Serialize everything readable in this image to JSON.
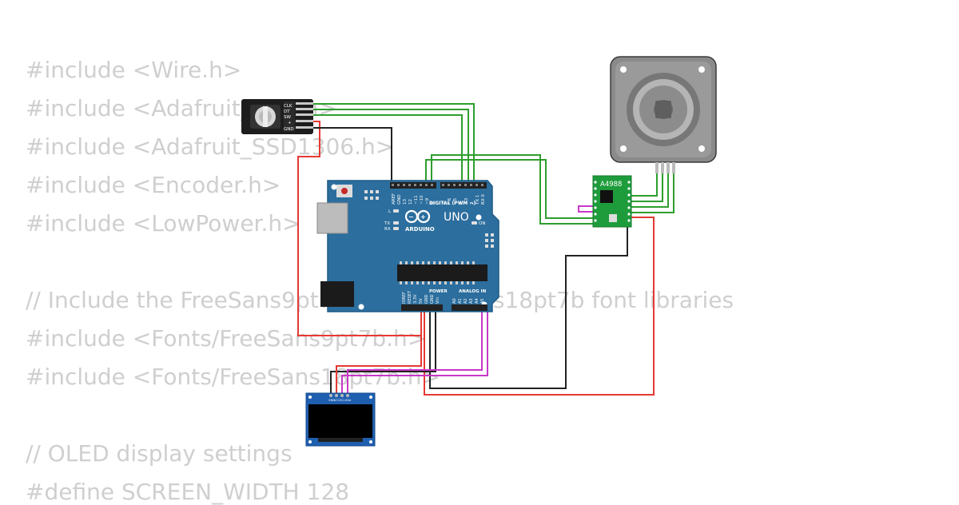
{
  "code": {
    "lines": [
      "#include <Wire.h>",
      "#include <Adafruit_GFX.h>",
      "#include <Adafruit_SSD1306.h>",
      "#include <Encoder.h>",
      "#include <LowPower.h>",
      "",
      "// Include the FreeSans9pt7b and FreeSans18pt7b font libraries",
      "#include <Fonts/FreeSans9pt7b.h>",
      "#include <Fonts/FreeSans18pt7b.h>",
      "",
      "// OLED display settings",
      "#define SCREEN_WIDTH 128"
    ]
  },
  "components": {
    "encoder": {
      "pins": [
        "CLK",
        "DT",
        "SW",
        "+",
        "GND"
      ]
    },
    "arduino": {
      "board_name": "UNO",
      "brand": "ARDUINO",
      "digital_label": "DIGITAL (PWM ~)",
      "power_label": "POWER",
      "analog_label": "ANALOG IN",
      "aref_pins": [
        "AREF",
        "GND",
        "13",
        "12",
        "~11",
        "~10",
        "~9",
        "8"
      ],
      "digital_pins": [
        "7",
        "~6",
        "~5",
        "4",
        "~3",
        "2",
        "TX 1",
        "RX 0"
      ],
      "power_pins": [
        "IOREF",
        "RESET",
        "3.3V",
        "5V",
        "GND",
        "GND",
        "Vin"
      ],
      "analog_pins": [
        "A0",
        "A1",
        "A2",
        "A3",
        "A4",
        "A5"
      ],
      "led_labels": [
        "L",
        "TX",
        "RX"
      ],
      "on_label": "ON"
    },
    "driver": {
      "label": "A4988"
    },
    "oled": {
      "pins": [
        "GND",
        "VCC",
        "SCL",
        "SDA"
      ]
    }
  },
  "wire_colors": {
    "red": "#e53935",
    "black": "#222222",
    "green": "#2e9e2e",
    "magenta": "#c838c8"
  }
}
